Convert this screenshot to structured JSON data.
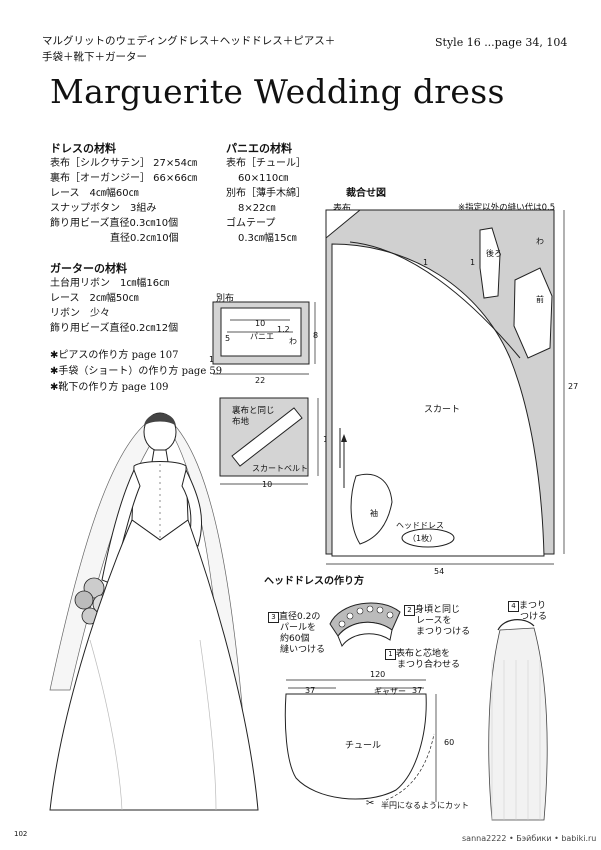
{
  "header": {
    "title_jp_line1": "マルグリットのウェディングドレス＋ヘッドドレス＋ピアス＋",
    "title_jp_line2": "手袋＋靴下＋ガーター",
    "style_ref": "Style 16  ...page 34, 104",
    "title_en": "Marguerite  Wedding dress"
  },
  "dress_materials": {
    "heading": "ドレスの材料",
    "items": [
      "表布［シルクサテン］ 27×54㎝",
      "裏布［オーガンジー］ 66×66㎝",
      "レース　4㎝幅60㎝",
      "スナップボタン　3組み",
      "飾り用ビーズ直径0.3㎝10個",
      "　　　　　　直径0.2㎝10個"
    ]
  },
  "pannier_materials": {
    "heading": "パニエの材料",
    "items": [
      "表布［チュール］",
      "60×110㎝",
      "別布［薄手木綿］",
      "8×22㎝",
      "ゴムテープ",
      "0.3㎝幅15㎝"
    ]
  },
  "garter_materials": {
    "heading": "ガーターの材料",
    "items": [
      "土台用リボン　1㎝幅16㎝",
      "レース　2㎝幅50㎝",
      "リボン　少々",
      "飾り用ビーズ直径0.2㎝12個"
    ]
  },
  "references": [
    "ピアスの作り方 page 107",
    "手袋（ショート）の作り方 page 59",
    "靴下の作り方 page 109"
  ],
  "pannier_diagram": {
    "label": "別布",
    "inner_label": "パニエ",
    "dims": [
      "10",
      "1.2",
      "5",
      "わ",
      "8",
      "22",
      "1"
    ]
  },
  "skirt_belt": {
    "label_line1": "裏布と同じ",
    "label_line2": "布地",
    "inner_label": "スカートベルト",
    "dims": [
      "10",
      "10"
    ]
  },
  "cutting_layout": {
    "heading": "裁合せ図",
    "fabric_label": "表布",
    "note": "※指定以外の縫い代は0.5",
    "labels": {
      "skirt": "スカート",
      "back": "後ろ",
      "front": "前",
      "sleeve": "袖",
      "headdress": "ヘッドドレス",
      "headdress_count": "（1枚）",
      "fold": "わ",
      "seam1": "1",
      "seam2": "1"
    },
    "dims": [
      "27",
      "54"
    ]
  },
  "headdress_steps": {
    "heading": "ヘッドドレスの作り方",
    "steps": [
      {
        "num": "3",
        "lines": [
          "直径0.2の",
          "パールを",
          "約60個",
          "縫いつける"
        ]
      },
      {
        "num": "2",
        "lines": [
          "身頃と同じ",
          "レースを",
          "まつりつける"
        ]
      },
      {
        "num": "1",
        "lines": [
          "表布と芯地を",
          "まつり合わせる"
        ]
      },
      {
        "num": "4",
        "lines": [
          "まつり",
          "つける"
        ]
      }
    ]
  },
  "tulle_diagram": {
    "dims": [
      "120",
      "37",
      "37",
      "60"
    ],
    "gather_label": "ギャザー",
    "inner_label": "チュール",
    "cut_note": "半円になるようにカット"
  },
  "footer": {
    "page_number": "102",
    "watermark": "sanna2222 • Бэйбики • babiki.ru"
  }
}
